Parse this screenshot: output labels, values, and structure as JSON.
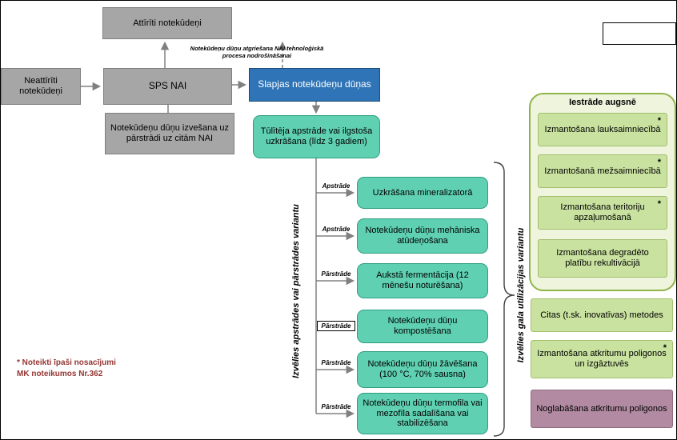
{
  "canvas": {
    "width": "846",
    "height": "550"
  },
  "colors": {
    "gray_fill": "#a6a6a6",
    "gray_border": "#7f7f7f",
    "blue_fill": "#2e74b6",
    "blue_border": "#1f4e79",
    "teal_fill": "#5fd0b2",
    "teal_border": "#2f9e80",
    "green_fill": "#c9e2a0",
    "green_border": "#a3bf6f",
    "group_fill": "#eef5dc",
    "group_border": "#8fb348",
    "purple_fill": "#b28ba3",
    "purple_border": "#8c6b80",
    "line_gray": "#808080",
    "brace_color": "#404040",
    "note_red": "#943634"
  },
  "nodes": {
    "attiriti": "Attīrīti notekūdeņi",
    "neattiriti": "Neattīrīti notekūdeņi",
    "sps": "SPS NAI",
    "izvesana": "Notekūdeņu dūņu izvešana uz pārstrādi uz citām NAI",
    "slapjas": "Slapjas notekūdeņu dūņas",
    "tuliteja": "Tūlītēja apstrāde vai ilgstoša uzkrāšana (līdz 3 gadiem)",
    "return_note": "Notekūdeņu dūņu atgriešana NAI tehnoloģiskā procesa nodrošināšanai"
  },
  "process_column": {
    "axis_label": "Izvēlies apstrādes vai pārstrādes variantu",
    "items": [
      {
        "tag": "Apstrāde",
        "label": "Uzkrāšana mineralizatorā"
      },
      {
        "tag": "Apstrāde",
        "label": "Notekūdeņu dūņu mehāniska atūdeņošana"
      },
      {
        "tag": "Pārstrāde",
        "label": "Aukstā fermentācija (12 mēnešu noturēšana)"
      },
      {
        "tag": "Pārstrāde",
        "label": "Notekūdeņu dūņu kompostēšana"
      },
      {
        "tag": "Pārstrāde",
        "label": "Notekūdeņu dūņu žāvēšana (100 °C, 70% sausna)"
      },
      {
        "tag": "Pārstrāde",
        "label": "Notekūdeņu dūņu termofila vai mezofīla sadalīšana vai stabilizēšana"
      }
    ]
  },
  "utilization_column": {
    "axis_label": "Izvēlies gala utilizācijas variantu",
    "group_title": "Iestrāde augsnē",
    "group_items": [
      {
        "label": "Izmantošana lauksaimniecībā",
        "mark": "*"
      },
      {
        "label": "Izmantošanā mežsaimniecībā",
        "mark": "*"
      },
      {
        "label": "Izmantošana teritoriju apzaļumošanā",
        "mark": "*"
      },
      {
        "label": "Izmantošana degradēto platību rekultivācijā"
      }
    ],
    "other_items": [
      {
        "label": "Citas (t.sk. inovatīvas) metodes"
      },
      {
        "label": "Izmantošana atkritumu poligonos un izgāztuvēs",
        "mark": "*"
      },
      {
        "label": "Noglabāšana atkritumu poligonos"
      }
    ]
  },
  "footnote": {
    "line1": "* Noteikti īpaši nosacījumi",
    "line2": "MK noteikumos Nr.362"
  }
}
